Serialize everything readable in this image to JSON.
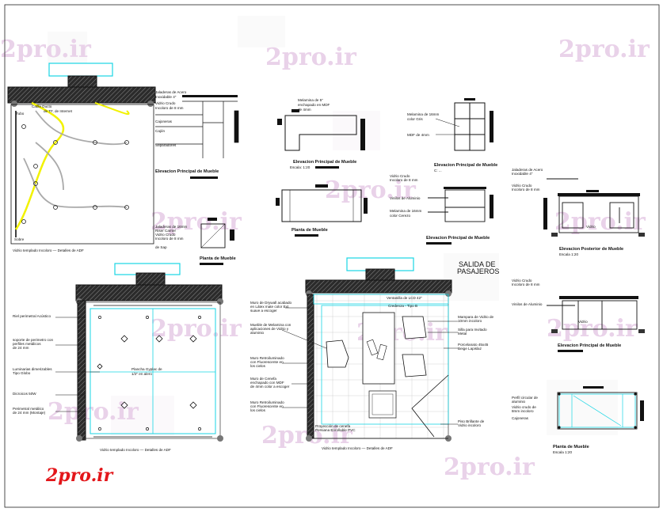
{
  "watermark": "2pro.ir",
  "logo_text": "2pro.ir",
  "colors": {
    "line": "#111111",
    "cyan": "#19d6e4",
    "yellow": "#f2f200",
    "hatch": "#222222",
    "logo": "#e3161a",
    "watermark": "#e9d2e9"
  },
  "plan_top_left": {
    "labels": [
      "Jaladeras de Acero",
      "Inoxidable 4\"",
      "Vidrio Crudo",
      "Incoloro de 8 mm",
      "Cajoneras",
      "Cajón",
      "Separadores"
    ],
    "left_labels": [
      "Cable Ducto",
      "de TF, de Internet",
      "Tubo",
      "Sobre"
    ],
    "bottom_labels": [
      "Jaladeras de 16mm",
      "Riser Carrier",
      "Vidrio Crudo",
      "Incoloro de 8 mm",
      "de Sap"
    ],
    "caption": "Vidrio templado Incoloro — Detalles de ADF",
    "elev_title": "Elevacion Principal de Mueble",
    "plant_title": "Planta de Mueble"
  },
  "desk_detail": {
    "labels": [
      "Melamina de 5\"",
      "enchapado en MDF",
      "de 4mm"
    ],
    "title": "Elevacion Principal de Mueble",
    "sub": "Escala: 1:20",
    "plant_title": "Planta de Mueble"
  },
  "shelf_detail": {
    "labels": [
      "Melamina de 16mm",
      "color Gris",
      "MDF de 4mm"
    ],
    "title": "Elevacion Principal de Mueble",
    "sub": "C: ...",
    "labels2": [
      "Vidrio Crudo",
      "Incoloro de 8 mm",
      "Vinilos de Aluminio",
      "Melamina de 16mm",
      "color Cerezo"
    ],
    "title2": "Elevacion Principal de Mueble"
  },
  "right_detail": {
    "labels": [
      "Jaladeras de Acero",
      "Inoxidable 4\"",
      "Vidrio Crudo",
      "Incoloro de 8 mm",
      "Vidrio"
    ],
    "title": "Elevacion Posterior de Mueble",
    "sub": "Escala 1:20",
    "labels2": [
      "Vidrio Crudo",
      "Incoloro de 8 mm",
      "Vinilos de Aluminio",
      "Vidrio"
    ],
    "title2": "Elevacion Principal de Mueble",
    "labels3": [
      "Perfil circular de",
      "aluminio",
      "Vidrio crudo de",
      "8mm incoloro",
      "Cajoneras"
    ],
    "title3": "Planta de Mueble",
    "sub3": "Escala 1:20"
  },
  "ceiling_plan": {
    "left_labels": [
      "Riel perimetral Acústico",
      "soporte de perimetro con",
      "perfiles metálicos",
      "de 24 mm",
      "Luminarias dimerizables",
      "Tipo Globo",
      "Dicroicos 50W",
      "Perimetral metálico",
      "de 24 mm (Montaje)"
    ],
    "center_label": "Plancha Gyplac de",
    "center_label2": "1/2\" en alero",
    "caption": "Vidrio templado Incoloro — Detalles de ADF"
  },
  "floor_plan": {
    "heading1": "SALIDA DE",
    "heading2": "PASAJEROS",
    "left_labels": [
      "Muro de Drywall acabado",
      "en Látex mate color Ext.",
      "suave a escoger",
      "Mueble de Melamina con",
      "aplicaciones de Vidrio y",
      "aluminio",
      "Muro Retroiluminado",
      "con Fluorescente en",
      "los cielos",
      "Muro de Cenefa",
      "enchapado con MDF",
      "de 4mm color a escoger",
      "Muro Retroiluminado",
      "con Fluorescente en",
      "los cielos"
    ],
    "right_labels": [
      "Ventanilla de LCD 42\"",
      "Credenza - Tipo B",
      "Mampara de Vidrio de",
      "10mm incoloro",
      "Silla para Invitado",
      "Metal",
      "Porcelanato 45x45",
      "Beige Lapislaz",
      "Piso Brillante de",
      "Vidrio incoloro"
    ],
    "bottom_label": "Proyección de cenefa",
    "bottom_label2": "Persiana Enrollable PVC",
    "caption": "Vidrio templado Incoloro — Detalles de ADF"
  }
}
